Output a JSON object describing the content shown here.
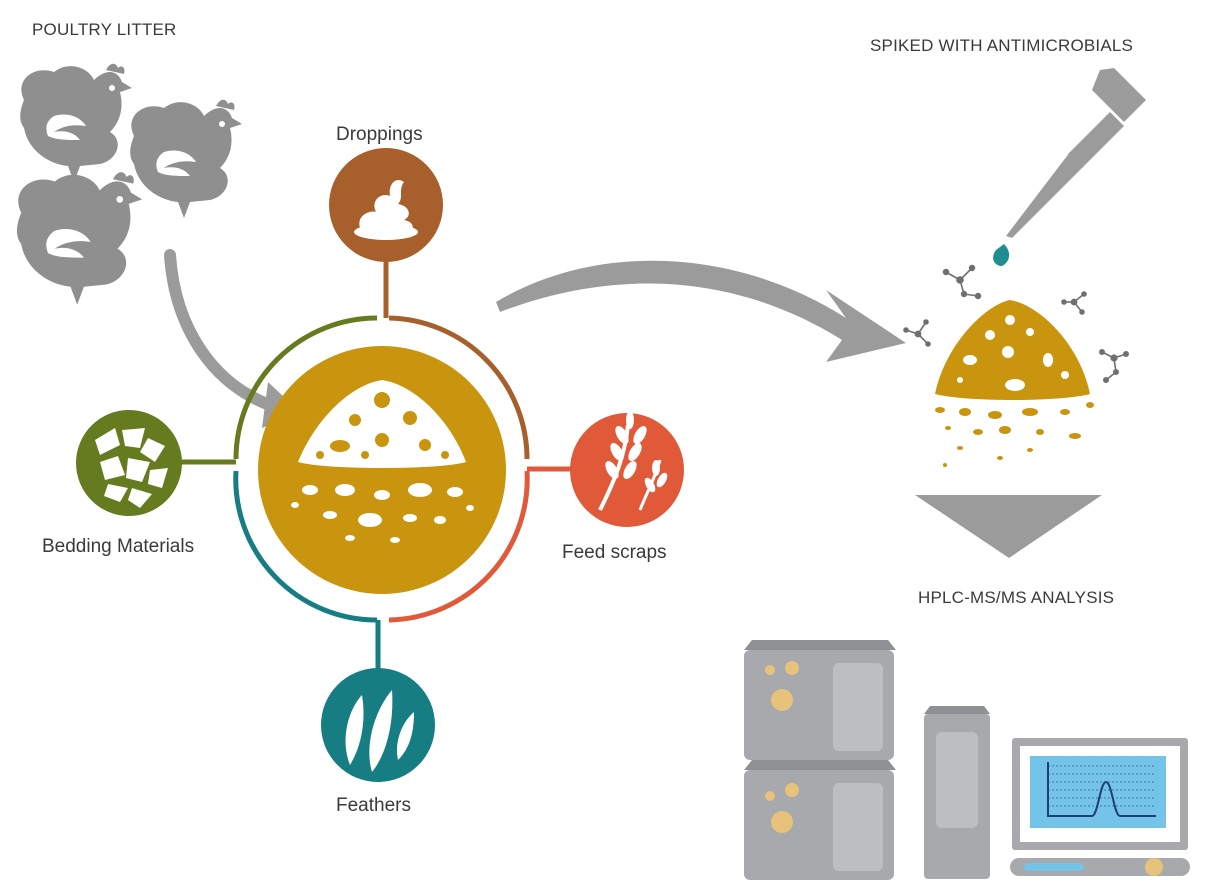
{
  "labels": {
    "poultry_litter": "POULTRY LITTER",
    "spiked": "SPIKED WITH ANTIMICROBIALS",
    "hplc": "HPLC-MS/MS ANALYSIS",
    "droppings": "Droppings",
    "bedding": "Bedding Materials",
    "feed": "Feed scraps",
    "feathers": "Feathers"
  },
  "colors": {
    "litter_gold": "#c9950f",
    "droppings_brown": "#a75f2c",
    "bedding_green": "#667a1f",
    "feed_orange": "#e05a3a",
    "feathers_teal": "#167d82",
    "chicken_grey": "#8f8f8f",
    "arrow_grey": "#9b9b9b",
    "instrument_grey": "#a7a9ac",
    "screen_blue": "#74c4ea",
    "dot_tan": "#e7c27b",
    "drop_teal": "#1f8e93"
  },
  "icons": [
    "chicken-icon",
    "droppings-icon",
    "bedding-icon",
    "wheat-icon",
    "feathers-icon",
    "pipette-icon",
    "molecule-icon",
    "litter-pile-icon",
    "hplc-instrument-icon",
    "monitor-icon"
  ]
}
